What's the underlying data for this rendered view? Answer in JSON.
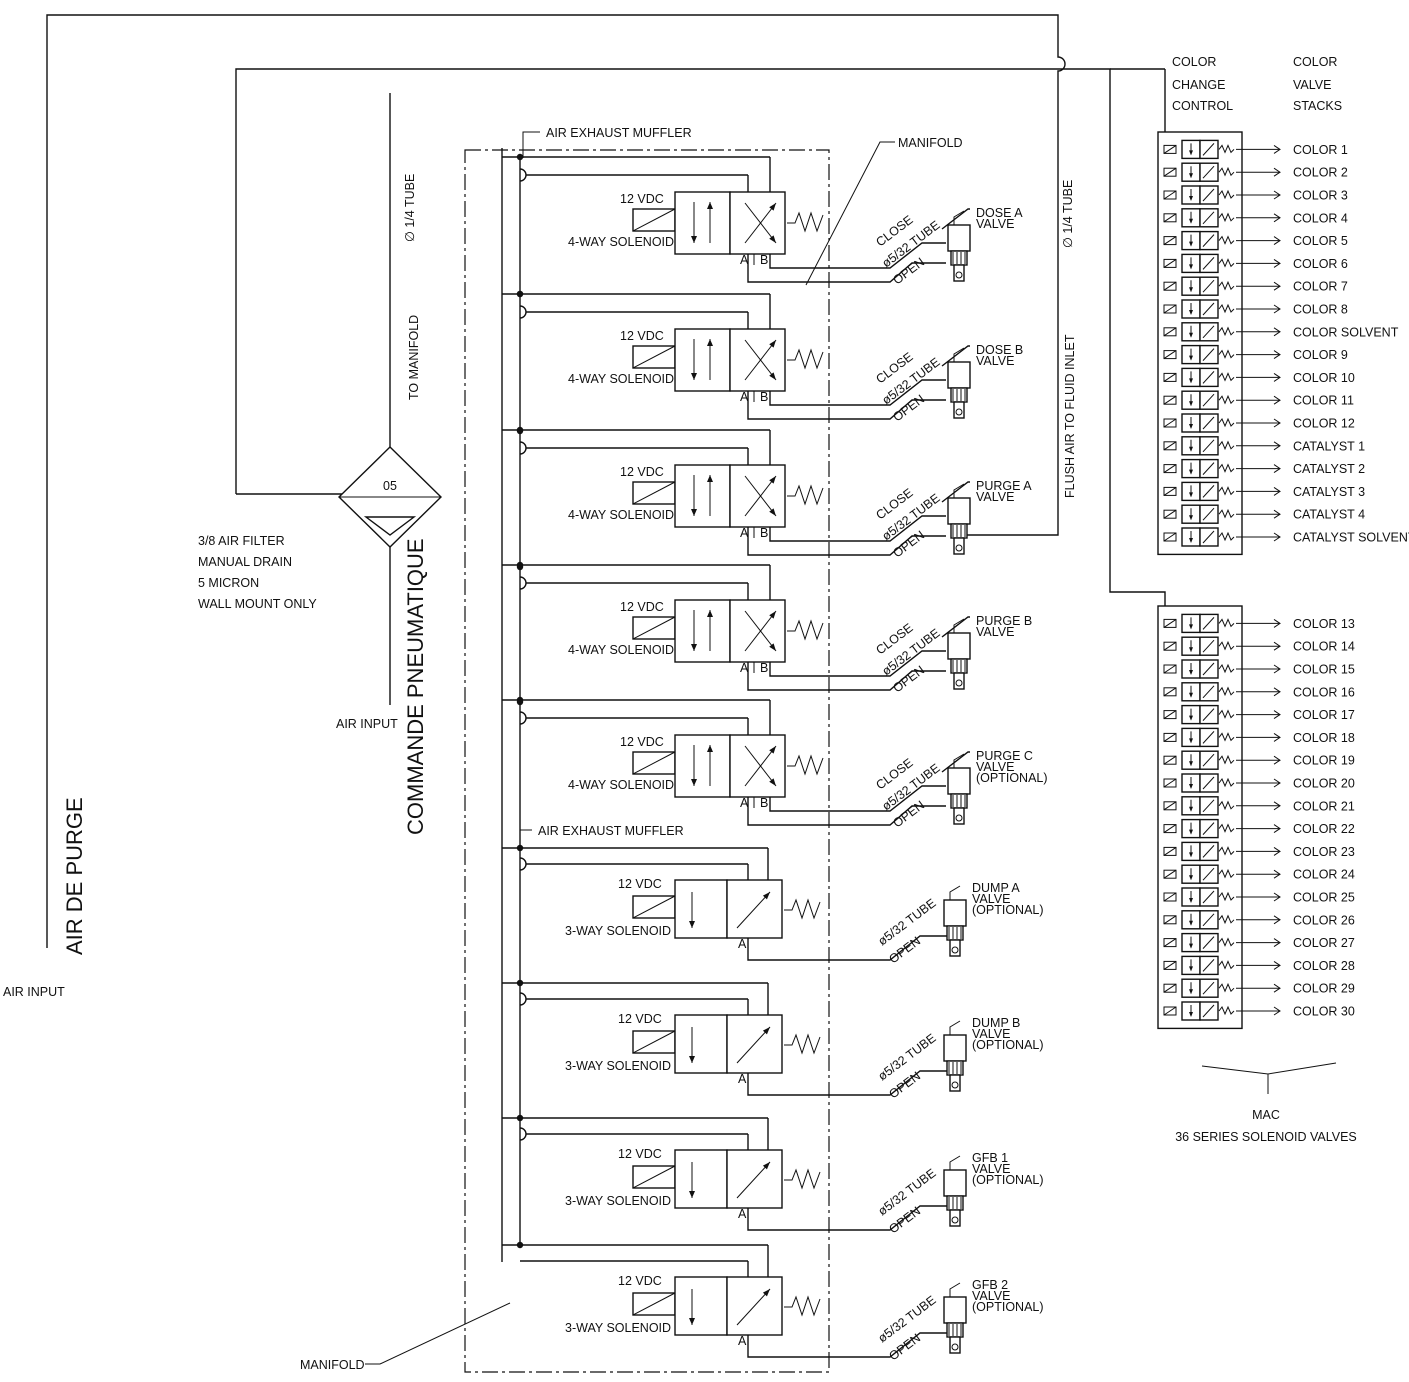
{
  "labels": {
    "air_de_purge": "AIR DE PURGE",
    "air_input_left": "AIR INPUT",
    "air_input_filter": "AIR INPUT",
    "commande_pneumatique": "COMMANDE PNEUMATIQUE",
    "tube_quarter_left": "∅ 1/4 TUBE",
    "tube_quarter_right": "∅ 1/4 TUBE",
    "to_manifold": "TO MANIFOLD",
    "flush_air": "FLUSH AIR TO FLUID INLET",
    "filter_number": "05",
    "filter_desc": [
      "3/8 AIR FILTER",
      "MANUAL DRAIN",
      "5 MICRON",
      "WALL MOUNT ONLY"
    ],
    "air_exhaust_muffler_top": "AIR EXHAUST MUFFLER",
    "air_exhaust_muffler_bottom": "AIR EXHAUST MUFFLER",
    "manifold_top": "MANIFOLD",
    "manifold_bottom": "MANIFOLD",
    "color_change_control": [
      "COLOR",
      "CHANGE",
      "CONTROL"
    ],
    "color_valve_stacks": [
      "COLOR",
      "VALVE",
      "STACKS"
    ],
    "mac_caption": [
      "MAC",
      "36 SERIES SOLENOID VALVES"
    ],
    "voltage": "12 VDC",
    "four_way": "4-WAY SOLENOID",
    "three_way": "3-WAY SOLENOID",
    "port_a": "A",
    "port_b": "B",
    "close": "CLOSE",
    "open": "OPEN",
    "tube_532": "ø5/32 TUBE"
  },
  "four_way_valves": [
    [
      "DOSE A",
      "VALVE"
    ],
    [
      "DOSE B",
      "VALVE"
    ],
    [
      "PURGE A",
      "VALVE"
    ],
    [
      "PURGE B",
      "VALVE"
    ],
    [
      "PURGE C",
      "VALVE",
      "(OPTIONAL)"
    ]
  ],
  "three_way_valves": [
    [
      "DUMP A",
      "VALVE",
      "(OPTIONAL)"
    ],
    [
      "DUMP B",
      "VALVE",
      "(OPTIONAL)"
    ],
    [
      "GFB 1",
      "VALVE",
      "(OPTIONAL)"
    ],
    [
      "GFB 2",
      "VALVE",
      "(OPTIONAL)"
    ]
  ],
  "stack1_outputs": [
    "COLOR 1",
    "COLOR 2",
    "COLOR 3",
    "COLOR 4",
    "COLOR 5",
    "COLOR 6",
    "COLOR 7",
    "COLOR 8",
    "COLOR SOLVENT",
    "COLOR 9",
    "COLOR 10",
    "COLOR 11",
    "COLOR 12",
    "CATALYST 1",
    "CATALYST 2",
    "CATALYST 3",
    "CATALYST 4",
    "CATALYST SOLVENT"
  ],
  "stack2_outputs": [
    "COLOR 13",
    "COLOR 14",
    "COLOR 15",
    "COLOR 16",
    "COLOR 17",
    "COLOR 18",
    "COLOR 19",
    "COLOR 20",
    "COLOR 21",
    "COLOR 22",
    "COLOR 23",
    "COLOR 24",
    "COLOR 25",
    "COLOR 26",
    "COLOR 27",
    "COLOR 28",
    "COLOR 29",
    "COLOR 30"
  ]
}
